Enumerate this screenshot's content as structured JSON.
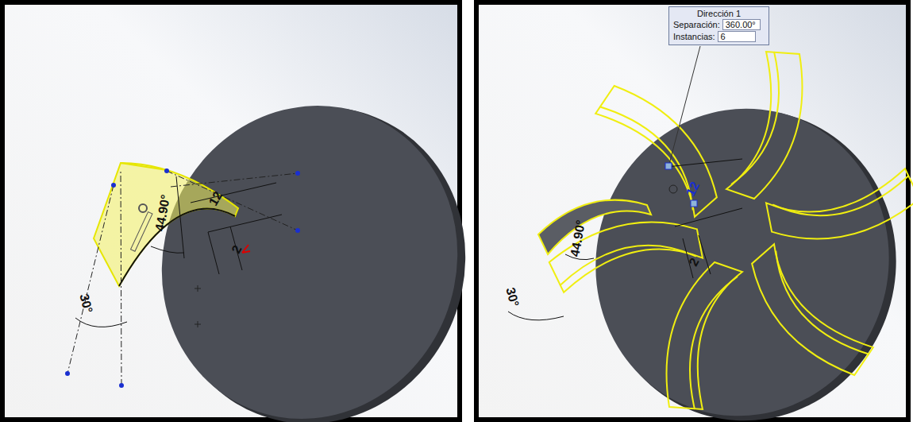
{
  "diagram": {
    "nodes": [
      {
        "text": [
          "Dirección 1",
          "Separación:",
          "360.00°",
          "Instancias:",
          "6"
        ]
      }
    ],
    "labels": [
      "44.90°",
      "12",
      "2",
      "30°",
      "44.90°",
      "12",
      "2",
      "30°"
    ]
  }
}
